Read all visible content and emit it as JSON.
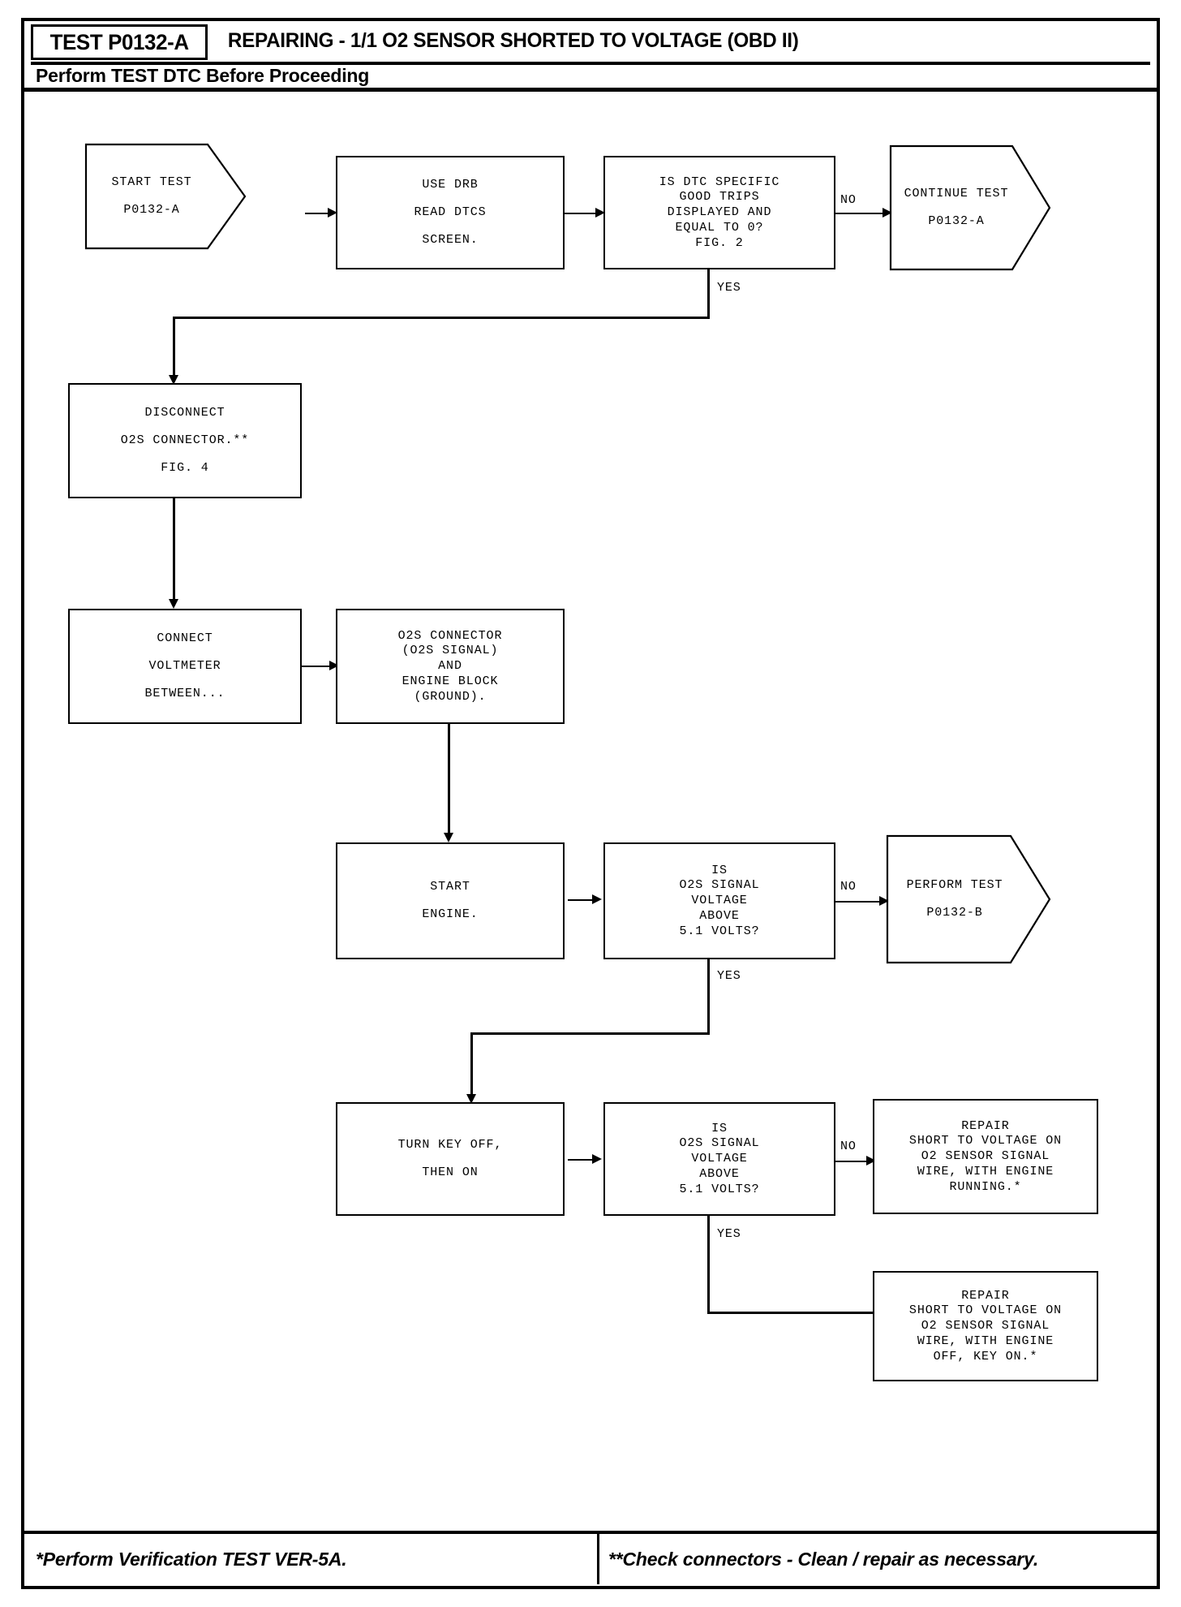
{
  "header": {
    "test_id": "TEST P0132-A",
    "title": "REPAIRING - 1/1 O2 SENSOR SHORTED TO VOLTAGE (OBD II)",
    "subtitle": "Perform TEST DTC Before Proceeding"
  },
  "footer": {
    "left_note": "*Perform Verification TEST VER-5A.",
    "right_note": "**Check connectors - Clean / repair as necessary."
  },
  "flowchart": {
    "nodes": {
      "start_test": {
        "shape": "arrow-terminator",
        "lines": [
          "START TEST",
          "P0132-A"
        ]
      },
      "use_drb": {
        "shape": "rect",
        "lines": [
          "USE DRB",
          "READ DTCS",
          "SCREEN."
        ]
      },
      "dtc_good_trips": {
        "shape": "rect",
        "lines": [
          "IS DTC SPECIFIC",
          "GOOD TRIPS",
          "DISPLAYED AND",
          "EQUAL TO 0?",
          "FIG. 2"
        ]
      },
      "continue_test": {
        "shape": "arrow-terminator",
        "lines": [
          "CONTINUE TEST",
          "P0132-A"
        ]
      },
      "disconnect_o2s": {
        "shape": "rect",
        "lines": [
          "DISCONNECT",
          "O2S CONNECTOR.**",
          "FIG. 4"
        ]
      },
      "connect_voltmeter": {
        "shape": "rect",
        "lines": [
          "CONNECT",
          "VOLTMETER",
          "BETWEEN..."
        ]
      },
      "o2s_connector_ground": {
        "shape": "rect",
        "lines": [
          "O2S CONNECTOR",
          "(O2S SIGNAL)",
          "AND",
          "ENGINE BLOCK",
          "(GROUND)."
        ]
      },
      "start_engine": {
        "shape": "rect",
        "lines": [
          "START",
          "ENGINE."
        ]
      },
      "voltage_above_running": {
        "shape": "rect",
        "lines": [
          "IS",
          "O2S SIGNAL",
          "VOLTAGE",
          "ABOVE",
          "5.1 VOLTS?"
        ]
      },
      "perform_test_b": {
        "shape": "arrow-terminator",
        "lines": [
          "PERFORM TEST",
          "P0132-B"
        ]
      },
      "turn_key_off": {
        "shape": "rect",
        "lines": [
          "TURN KEY OFF,",
          "THEN ON"
        ]
      },
      "voltage_above_keyon": {
        "shape": "rect",
        "lines": [
          "IS",
          "O2S SIGNAL",
          "VOLTAGE",
          "ABOVE",
          "5.1 VOLTS?"
        ]
      },
      "repair_engine_running": {
        "shape": "rect",
        "lines": [
          "REPAIR",
          "SHORT TO VOLTAGE ON",
          "O2 SENSOR SIGNAL",
          "WIRE, WITH ENGINE",
          "RUNNING.*"
        ]
      },
      "repair_key_on": {
        "shape": "rect",
        "lines": [
          "REPAIR",
          "SHORT TO VOLTAGE ON",
          "O2 SENSOR SIGNAL",
          "WIRE, WITH ENGINE",
          "OFF, KEY ON.*"
        ]
      }
    },
    "edge_labels": {
      "no_1": "NO",
      "yes_1": "YES",
      "no_2": "NO",
      "yes_2": "YES",
      "no_3": "NO",
      "yes_3": "YES"
    }
  }
}
